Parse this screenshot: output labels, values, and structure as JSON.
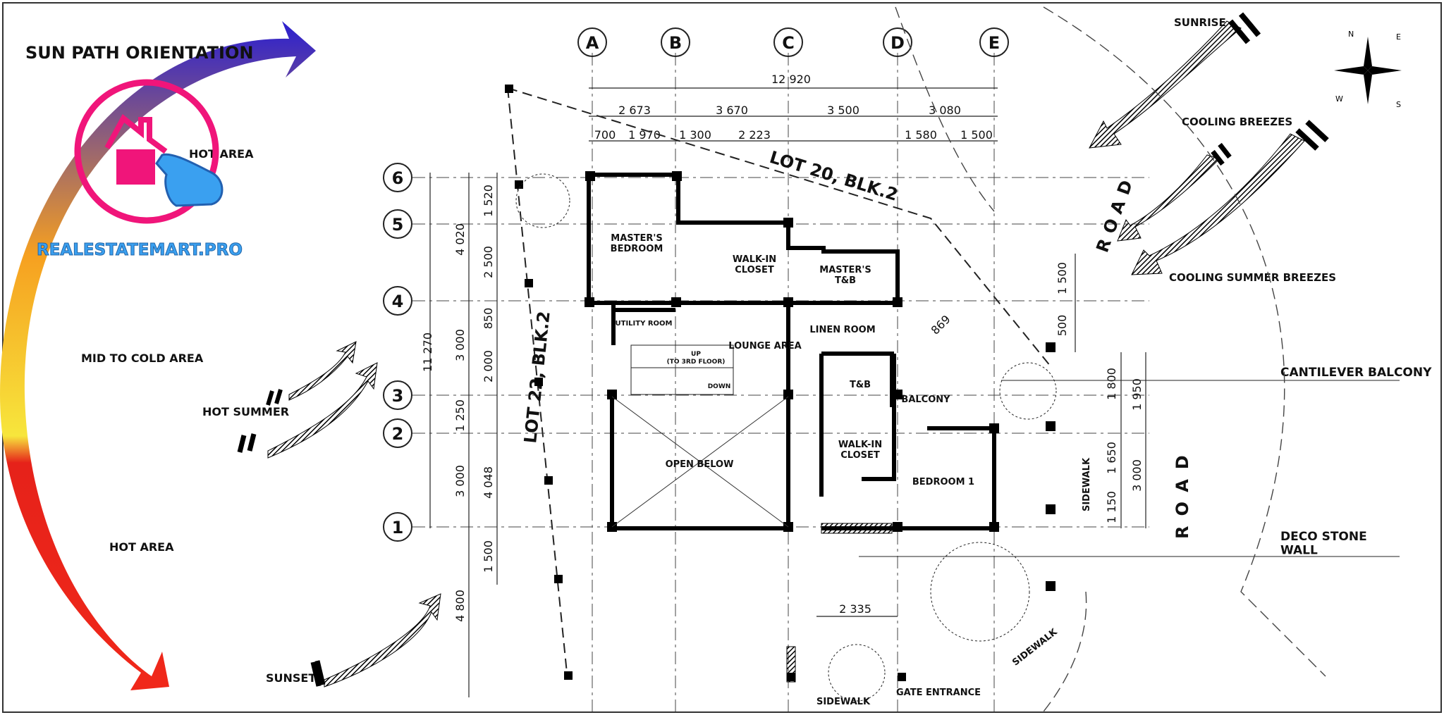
{
  "sun_path": {
    "title": "SUN PATH ORIENTATION",
    "zones": [
      "HOT AREA",
      "MID TO COLD AREA",
      "HOT AREA"
    ],
    "winds": [
      "HOT SUMMER",
      "SUNSET"
    ],
    "gradient": [
      "#2a1fd0",
      "#f6a020",
      "#f7e63c",
      "#e6221a"
    ]
  },
  "watermark": {
    "text": "REALESTATEMART.PRO",
    "ring_color": "#f0157a",
    "text_color": "#3aa0f0"
  },
  "grid_columns": [
    "A",
    "B",
    "C",
    "D",
    "E"
  ],
  "grid_rows": [
    "6",
    "5",
    "4",
    "3",
    "2",
    "1"
  ],
  "dims_top": {
    "total": "12 920",
    "bays": [
      "2 673",
      "3 670",
      "3 500",
      "3 080"
    ],
    "sub": [
      "700",
      "1 970",
      "1 300",
      "2 223",
      "1 580",
      "1 500"
    ]
  },
  "dims_left": {
    "total": "11 270",
    "main": [
      "4 020",
      "3 000",
      "3 000",
      "4 800"
    ],
    "sub": [
      "1 520",
      "2 500",
      "850",
      "2 000",
      "1 250",
      "4 048",
      "1 500"
    ]
  },
  "dims_right": [
    "1 500",
    "500",
    "869",
    "1 800",
    "1 950",
    "1 650",
    "3 000",
    "1 150"
  ],
  "dims_bottom": [
    "2 335"
  ],
  "lots": [
    "LOT 20, BLK.2",
    "LOT 22, BLK.2"
  ],
  "rooms": {
    "masters_bedroom": "MASTER'S\nBEDROOM",
    "walkin_closet_1": "WALK-IN\nCLOSET",
    "masters_tb": "MASTER'S\nT&B",
    "utility_room": "UTILITY ROOM",
    "lounge_area": "LOUNGE AREA",
    "linen_room": "LINEN ROOM",
    "up": "UP",
    "to_3rd_floor": "(TO 3RD FLOOR)",
    "down": "DOWN",
    "tb": "T&B",
    "balcony": "BALCONY",
    "walkin_closet_2": "WALK-IN\nCLOSET",
    "bedroom_1": "BEDROOM 1",
    "open_below": "OPEN BELOW",
    "sidewalk_right": "SIDEWALK",
    "sidewalk_bottom": "SIDEWALK",
    "sidewalk_diag": "SIDEWALK",
    "gate_entrance": "GATE ENTRANCE"
  },
  "site": {
    "road_top": "ROAD",
    "road_right": "ROAD",
    "sunrise": "SUNRISE",
    "cooling_breezes": "COOLING BREEZES",
    "cooling_summer_breezes": "COOLING SUMMER BREEZES",
    "cantilever_balcony": "CANTILEVER BALCONY",
    "deco_stone_wall": "DECO STONE\nWALL"
  },
  "compass_letters": [
    "N",
    "E",
    "S",
    "W"
  ]
}
